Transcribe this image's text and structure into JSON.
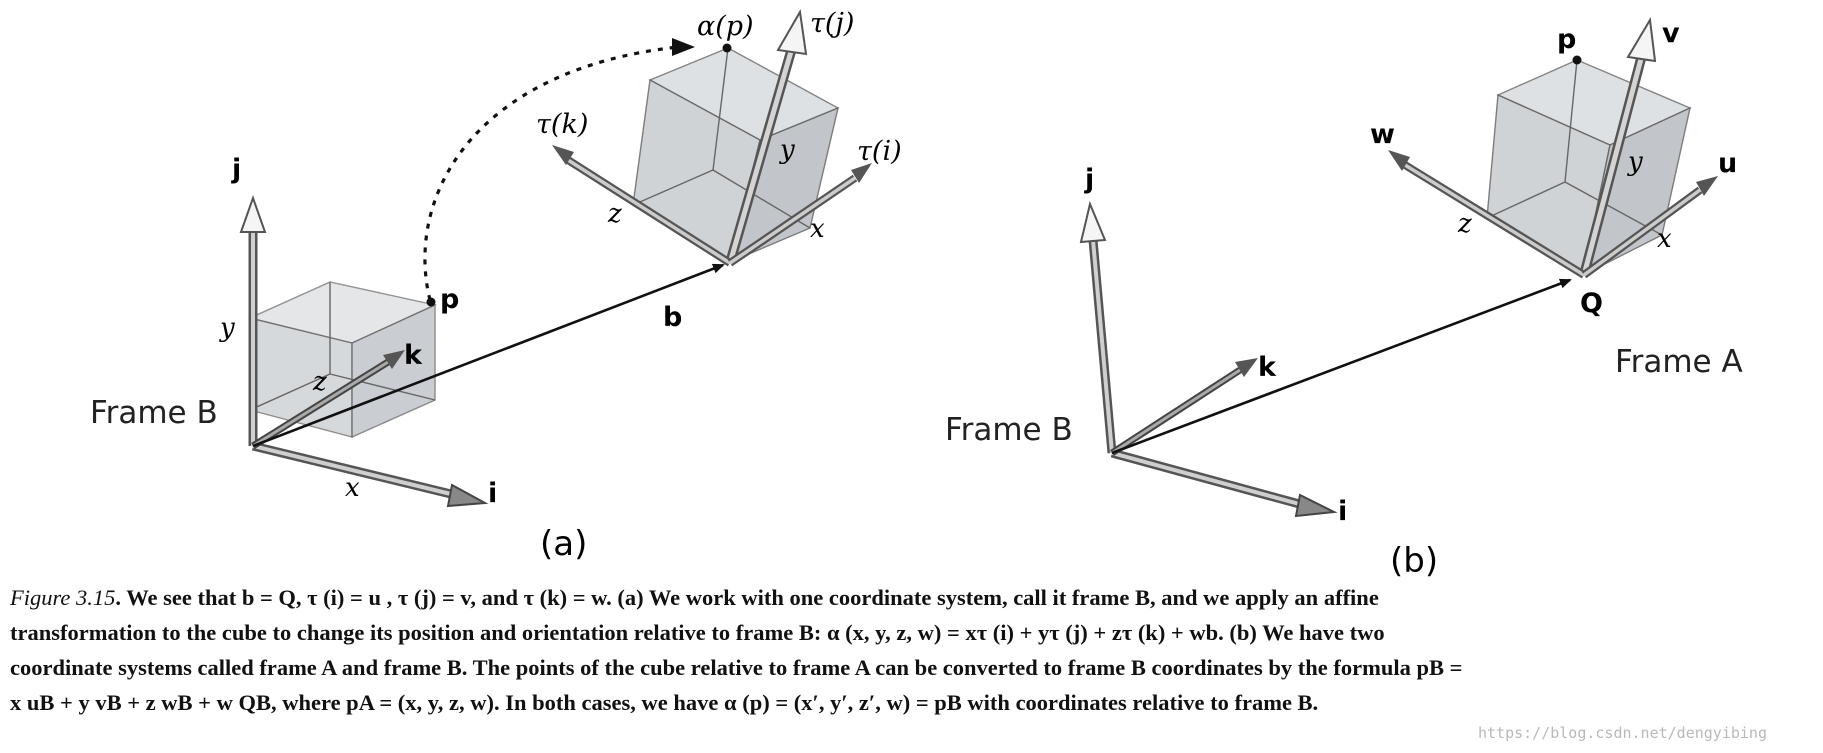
{
  "panel_a": {
    "sublabel": "(a)",
    "frame_label": "Frame B",
    "axes": {
      "j": "j",
      "i": "i",
      "k": "k"
    },
    "cube_axes": {
      "x": "x",
      "y": "y",
      "z": "z"
    },
    "point_p": "p",
    "vector_b": "b",
    "alpha_p": "α(p)",
    "tau_j": "τ(j)",
    "tau_k": "τ(k)",
    "tau_i": "τ(i)",
    "moved_axes": {
      "x": "x",
      "y": "y",
      "z": "z"
    }
  },
  "panel_b": {
    "sublabel": "(b)",
    "frame_b_label": "Frame B",
    "frame_a_label": "Frame A",
    "axes": {
      "j": "j",
      "i": "i",
      "k": "k"
    },
    "point_p": "p",
    "origin_q": "Q",
    "u": "u",
    "v": "v",
    "w": "w",
    "moved_axes": {
      "x": "x",
      "y": "y",
      "z": "z"
    }
  },
  "caption": {
    "figure_label": "Figure 3.15",
    "line1": ". We see that b = Q, τ (i) = u , τ (j) = v, and τ (k) = w. (a) We work with one coordinate system, call it frame B, and we apply an affine",
    "line2": "transformation to the cube to change its position and orientation relative to frame B: α (x, y, z, w) = xτ (i) + yτ (j) + zτ (k) + wb. (b) We have two",
    "line3": "coordinate systems called frame A and frame B. The points of the cube relative to frame A can be converted to frame B coordinates by the formula pB =",
    "line4": "x uB + y vB + z wB + w QB, where pA = (x, y, z, w). In both cases, we have α (p) = (x′, y′, z′, w) = pB with coordinates relative to frame B."
  },
  "watermark": "https://blog.csdn.net/dengyibing"
}
